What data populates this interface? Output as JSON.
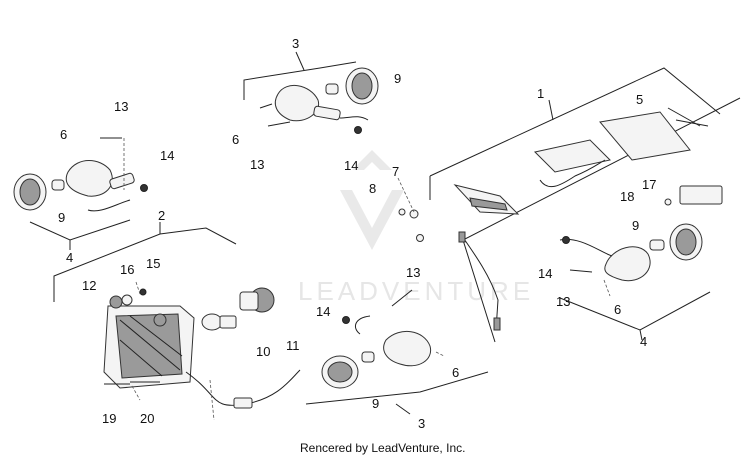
{
  "watermark": {
    "text": "LEADVENTURE"
  },
  "footer": {
    "text": "Rencered by LeadVenture, Inc."
  },
  "callouts": {
    "c1": "1",
    "c2": "2",
    "c3_top": "3",
    "c3_bottom": "3",
    "c4_left": "4",
    "c4_right": "4",
    "c5": "5",
    "c6_a": "6",
    "c6_b": "6",
    "c6_c": "6",
    "c6_d": "6",
    "c7": "7",
    "c8": "8",
    "c9_a": "9",
    "c9_b": "9",
    "c9_c": "9",
    "c9_d": "9",
    "c10": "10",
    "c11": "11",
    "c12": "12",
    "c13_a": "13",
    "c13_b": "13",
    "c13_c": "13",
    "c13_d": "13",
    "c14_a": "14",
    "c14_b": "14",
    "c14_c": "14",
    "c14_d": "14",
    "c15": "15",
    "c16": "16",
    "c17": "17",
    "c18": "18",
    "c19": "19",
    "c20": "20"
  }
}
